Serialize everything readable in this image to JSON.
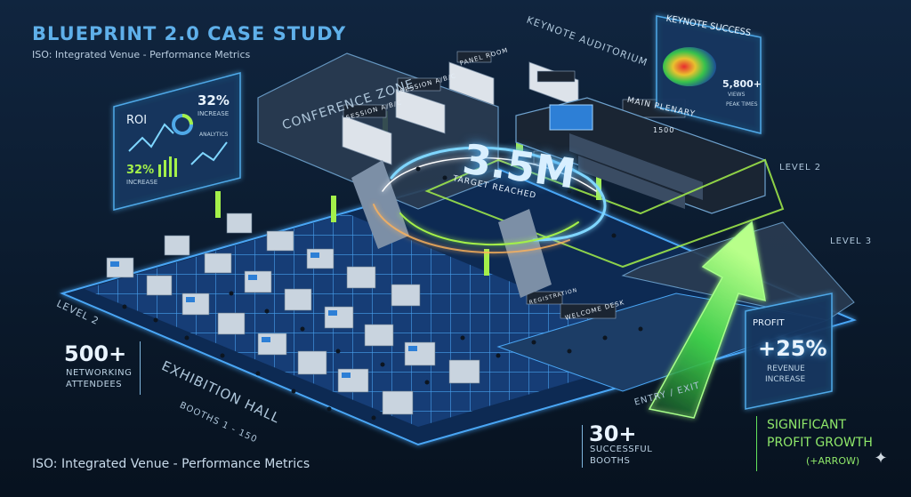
{
  "header": {
    "title": "BLUEPRINT 2.0 CASE STUDY",
    "subtitle": "ISO: Integrated Venue - Performance Metrics"
  },
  "footer": {
    "caption": "ISO: Integrated Venue - Performance Metrics"
  },
  "zones": {
    "conference": "CONFERENCE ZONE",
    "keynote_auditorium": "KEYNOTE AUDITORIUM",
    "level2_right": "LEVEL 2",
    "level3": "LEVEL 3",
    "level2_left": "LEVEL 2",
    "exhibition_hall": "EXHIBITION HALL",
    "booths": "BOOTHS 1 - 150",
    "entry_exit": "ENTRY / EXIT",
    "main_plenary": "MAIN PLENARY",
    "plenary_num": "1500",
    "session_abc_1": "SESSION A/B/C",
    "session_abc_2": "SESSION A/B/C",
    "panel_room": "PANEL ROOM",
    "welcome_desk": "WELCOME DESK",
    "registration": "REGISTRATION"
  },
  "center_metric": {
    "value": "3.5M",
    "label": "TARGET REACHED"
  },
  "roi_panel": {
    "title": "ROI",
    "pct_top": "32%",
    "pct_top_label": "INCREASE",
    "analytics": "ANALYTICS",
    "pct_bottom": "32%",
    "pct_bottom_label": "INCREASE"
  },
  "keynote_panel": {
    "title": "KEYNOTE SUCCESS",
    "views": "5,800+",
    "views_label": "VIEWS",
    "peak_label": "PEAK TIMES"
  },
  "profit_panel": {
    "title": "PROFIT",
    "value": "+25%",
    "line1": "REVENUE",
    "line2": "INCREASE"
  },
  "networking": {
    "value": "500+",
    "line1": "NETWORKING",
    "line2": "ATTENDEES"
  },
  "booths_stat": {
    "value": "30+",
    "line1": "SUCCESSFUL",
    "line2": "BOOTHS"
  },
  "growth": {
    "line1": "SIGNIFICANT",
    "line2": "PROFIT GROWTH",
    "line3": "(+ARROW)"
  },
  "colors": {
    "background": "#0a1a2e",
    "accent_blue": "#4fa9e8",
    "grid_blue": "#3a8fe0",
    "accent_green": "#63e35c"
  }
}
